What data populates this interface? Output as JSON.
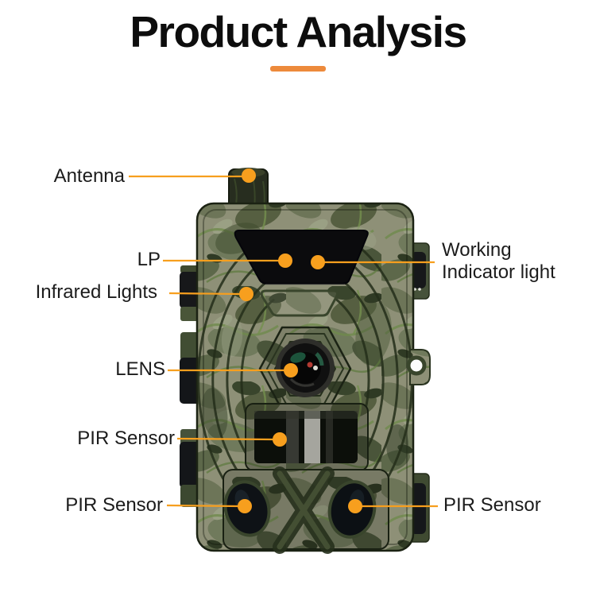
{
  "title": {
    "text": "Product Analysis"
  },
  "colors": {
    "accent": "#F79F1E",
    "underline": "#ED8A3B",
    "label_text": "#1C1C1C",
    "camo_base": "#8E9077",
    "camo_dark": "#39452C",
    "panel_black": "#0B0B0D"
  },
  "device": {
    "kind": "camouflage trail camera, front view"
  },
  "labels": [
    {
      "id": "antenna",
      "text": "Antenna"
    },
    {
      "id": "lp",
      "text": "LP"
    },
    {
      "id": "working",
      "text": "Working Indicator light"
    },
    {
      "id": "infrared",
      "text": "Infrared Lights"
    },
    {
      "id": "lens",
      "text": "LENS"
    },
    {
      "id": "pir_mid",
      "text": "PIR Sensor"
    },
    {
      "id": "pir_left",
      "text": "PIR Sensor"
    },
    {
      "id": "pir_right",
      "text": "PIR Sensor"
    }
  ]
}
